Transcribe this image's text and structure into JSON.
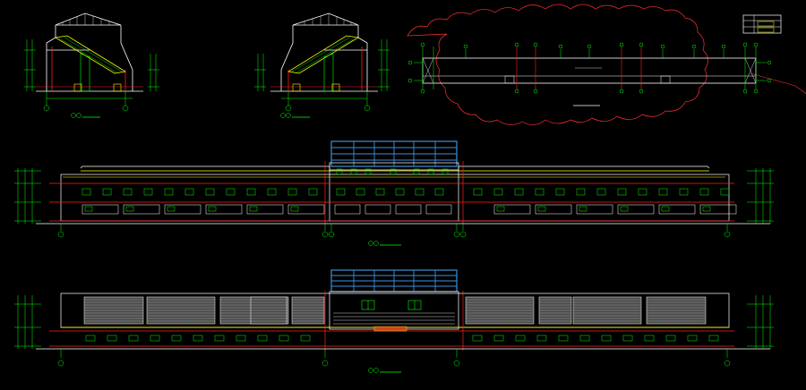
{
  "canvas": {
    "background": "#000000"
  },
  "colors": {
    "structure": "#ffffff",
    "grid": "#ff2020",
    "dim": "#00ff00",
    "roof": "#ffff00",
    "facade": "#00ffff",
    "glazing": "#3f8fd9",
    "cloud": "#ff3030",
    "hatch": "#cc4422"
  },
  "title_block": {
    "rows": [
      "",
      "",
      ""
    ]
  },
  "drawings": [
    {
      "id": "section-1",
      "caption": ""
    },
    {
      "id": "section-2",
      "caption": ""
    },
    {
      "id": "plan",
      "caption": ""
    },
    {
      "id": "elevation-1",
      "caption": ""
    },
    {
      "id": "elevation-2",
      "caption": ""
    }
  ]
}
